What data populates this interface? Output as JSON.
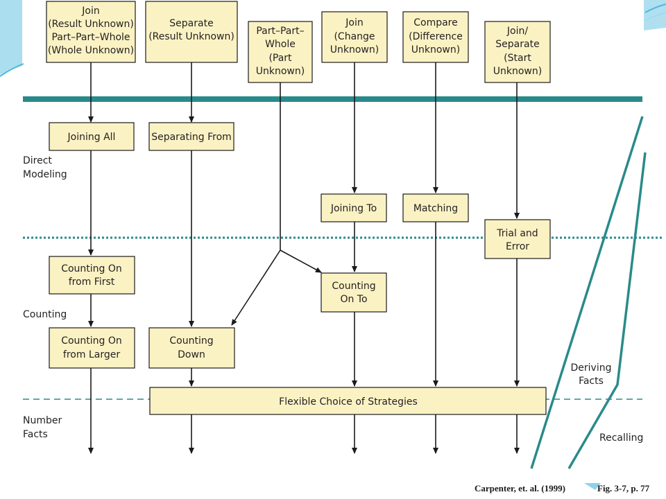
{
  "colors": {
    "box_fill": "#fbf2c4",
    "band_teal": "#2a8a8a",
    "slide_accent": "#4db8d9"
  },
  "problem_types": [
    {
      "id": "join-result-unknown",
      "lines": [
        "Join",
        "(Result Unknown)",
        "Part–Part–Whole",
        "(Whole Unknown)"
      ]
    },
    {
      "id": "separate-result-unknown",
      "lines": [
        "Separate",
        "(Result Unknown)"
      ]
    },
    {
      "id": "part-part-whole-part-unknown",
      "lines": [
        "Part–Part–",
        "Whole",
        "(Part",
        "Unknown)"
      ]
    },
    {
      "id": "join-change-unknown",
      "lines": [
        "Join",
        "(Change",
        "Unknown)"
      ]
    },
    {
      "id": "compare-difference-unknown",
      "lines": [
        "Compare",
        "(Difference",
        "Unknown)"
      ]
    },
    {
      "id": "join-separate-start-unknown",
      "lines": [
        "Join/",
        "Separate",
        "(Start",
        "Unknown)"
      ]
    }
  ],
  "strategies": {
    "joining_all": [
      "Joining All"
    ],
    "separating_from": [
      "Separating From"
    ],
    "joining_to": [
      "Joining To"
    ],
    "matching": [
      "Matching"
    ],
    "trial_and_error": [
      "Trial and",
      "Error"
    ],
    "counting_on_from_first": [
      "Counting On",
      "from First"
    ],
    "counting_on_to": [
      "Counting",
      "On To"
    ],
    "counting_on_from_larger": [
      "Counting On",
      "from Larger"
    ],
    "counting_down": [
      "Counting",
      "Down"
    ],
    "flexible_choice": [
      "Flexible Choice of Strategies"
    ]
  },
  "levels": {
    "direct_modeling": [
      "Direct",
      "Modeling"
    ],
    "counting": [
      "Counting"
    ],
    "number_facts": [
      "Number",
      "Facts"
    ]
  },
  "trends": {
    "deriving_facts": [
      "Deriving",
      "Facts"
    ],
    "recalling": [
      "Recalling"
    ]
  },
  "citation": {
    "source": "Carpenter, et. al. (1999)",
    "figure": "Fig. 3-7, p. 77"
  }
}
